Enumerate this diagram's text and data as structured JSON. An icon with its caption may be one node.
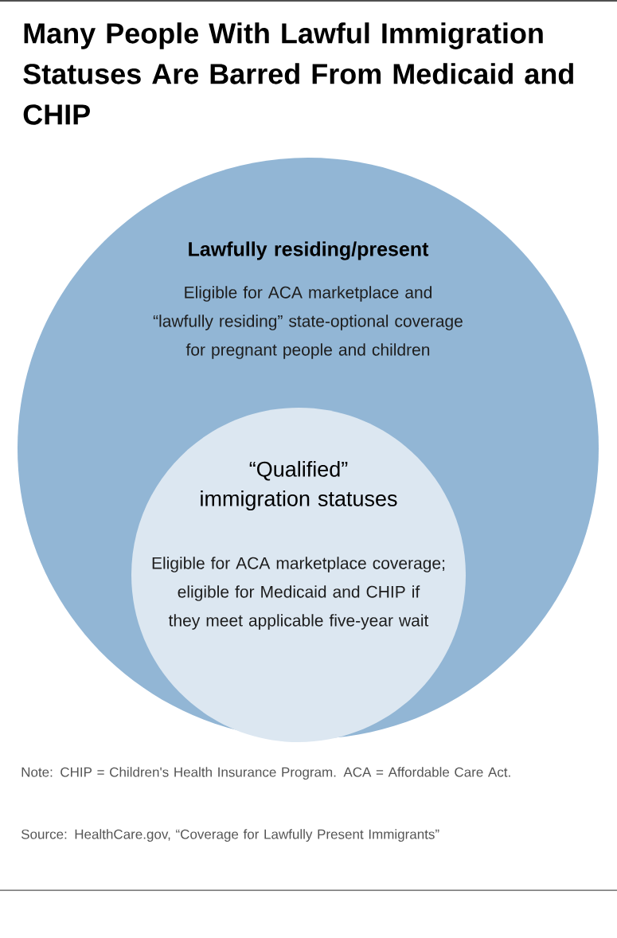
{
  "diagram": {
    "title": "Many People With Lawful Immigration Statuses Are Barred From Medicaid and CHIP",
    "nodes": [
      {
        "text": [
          "Lawfully residing/present",
          "Eligible for ACA marketplace and “lawfully residing” state-optional coverage for pregnant people and children"
        ]
      },
      {
        "text": [
          "“Qualified” immigration statuses",
          "Eligible for ACA marketplace coverage; eligible for Medicaid and CHIP if they meet applicable five-year wait"
        ],
        "in": 0
      }
    ],
    "labels": [
      "Note: CHIP = Children's Health Insurance Program. ACA = Affordable Care Act.",
      "Source: HealthCare.gov, “Coverage for Lawfully Present Immigrants”"
    ]
  }
}
